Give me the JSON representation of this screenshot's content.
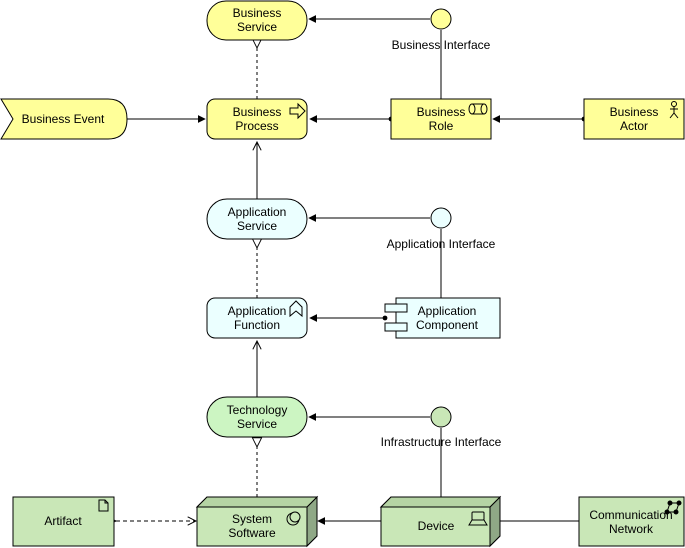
{
  "diagram": {
    "nodes": {
      "business_service": [
        "Business",
        "Service"
      ],
      "business_interface": "Business Interface",
      "business_event": "Business Event",
      "business_process": [
        "Business",
        "Process"
      ],
      "business_role": [
        "Business",
        "Role"
      ],
      "business_actor": [
        "Business",
        "Actor"
      ],
      "application_service": [
        "Application",
        "Service"
      ],
      "application_interface": "Application Interface",
      "application_function": [
        "Application",
        "Function"
      ],
      "application_component": [
        "Application",
        "Component"
      ],
      "technology_service": [
        "Technology",
        "Service"
      ],
      "infrastructure_interface": "Infrastructure Interface",
      "artifact": "Artifact",
      "system_software": [
        "System",
        "Software"
      ],
      "device": "Device",
      "communication_network": [
        "Communication",
        "Network"
      ]
    },
    "colors": {
      "business_fill": "#ffff99",
      "application_fill": "#ebffff",
      "technology_fill": "#c9e7b7",
      "technology_service_fill": "#ccf5c2",
      "stroke": "#000000"
    },
    "icons": {
      "business_process": "process-arrow-icon",
      "business_role": "role-cylinder-icon",
      "business_actor": "stick-figure-icon",
      "application_function": "function-chevron-icon",
      "application_component": "component-icon",
      "artifact": "document-icon",
      "system_software": "system-software-icon",
      "device": "device-icon",
      "communication_network": "network-icon"
    }
  }
}
